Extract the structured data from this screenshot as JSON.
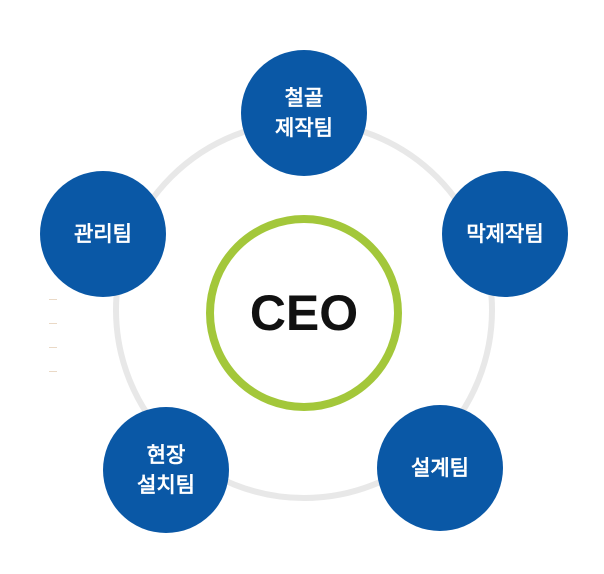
{
  "center": {
    "label": "CEO",
    "ring_color": "#a3c73a"
  },
  "teams": [
    {
      "lines": [
        "철골",
        "제작팀"
      ]
    },
    {
      "lines": [
        "막제작팀"
      ]
    },
    {
      "lines": [
        "설계팀"
      ]
    },
    {
      "lines": [
        "현장",
        "설치팀"
      ]
    },
    {
      "lines": [
        "관리팀"
      ]
    }
  ],
  "colors": {
    "node": "#0a58a6",
    "orbit": "#e8e8e8"
  }
}
